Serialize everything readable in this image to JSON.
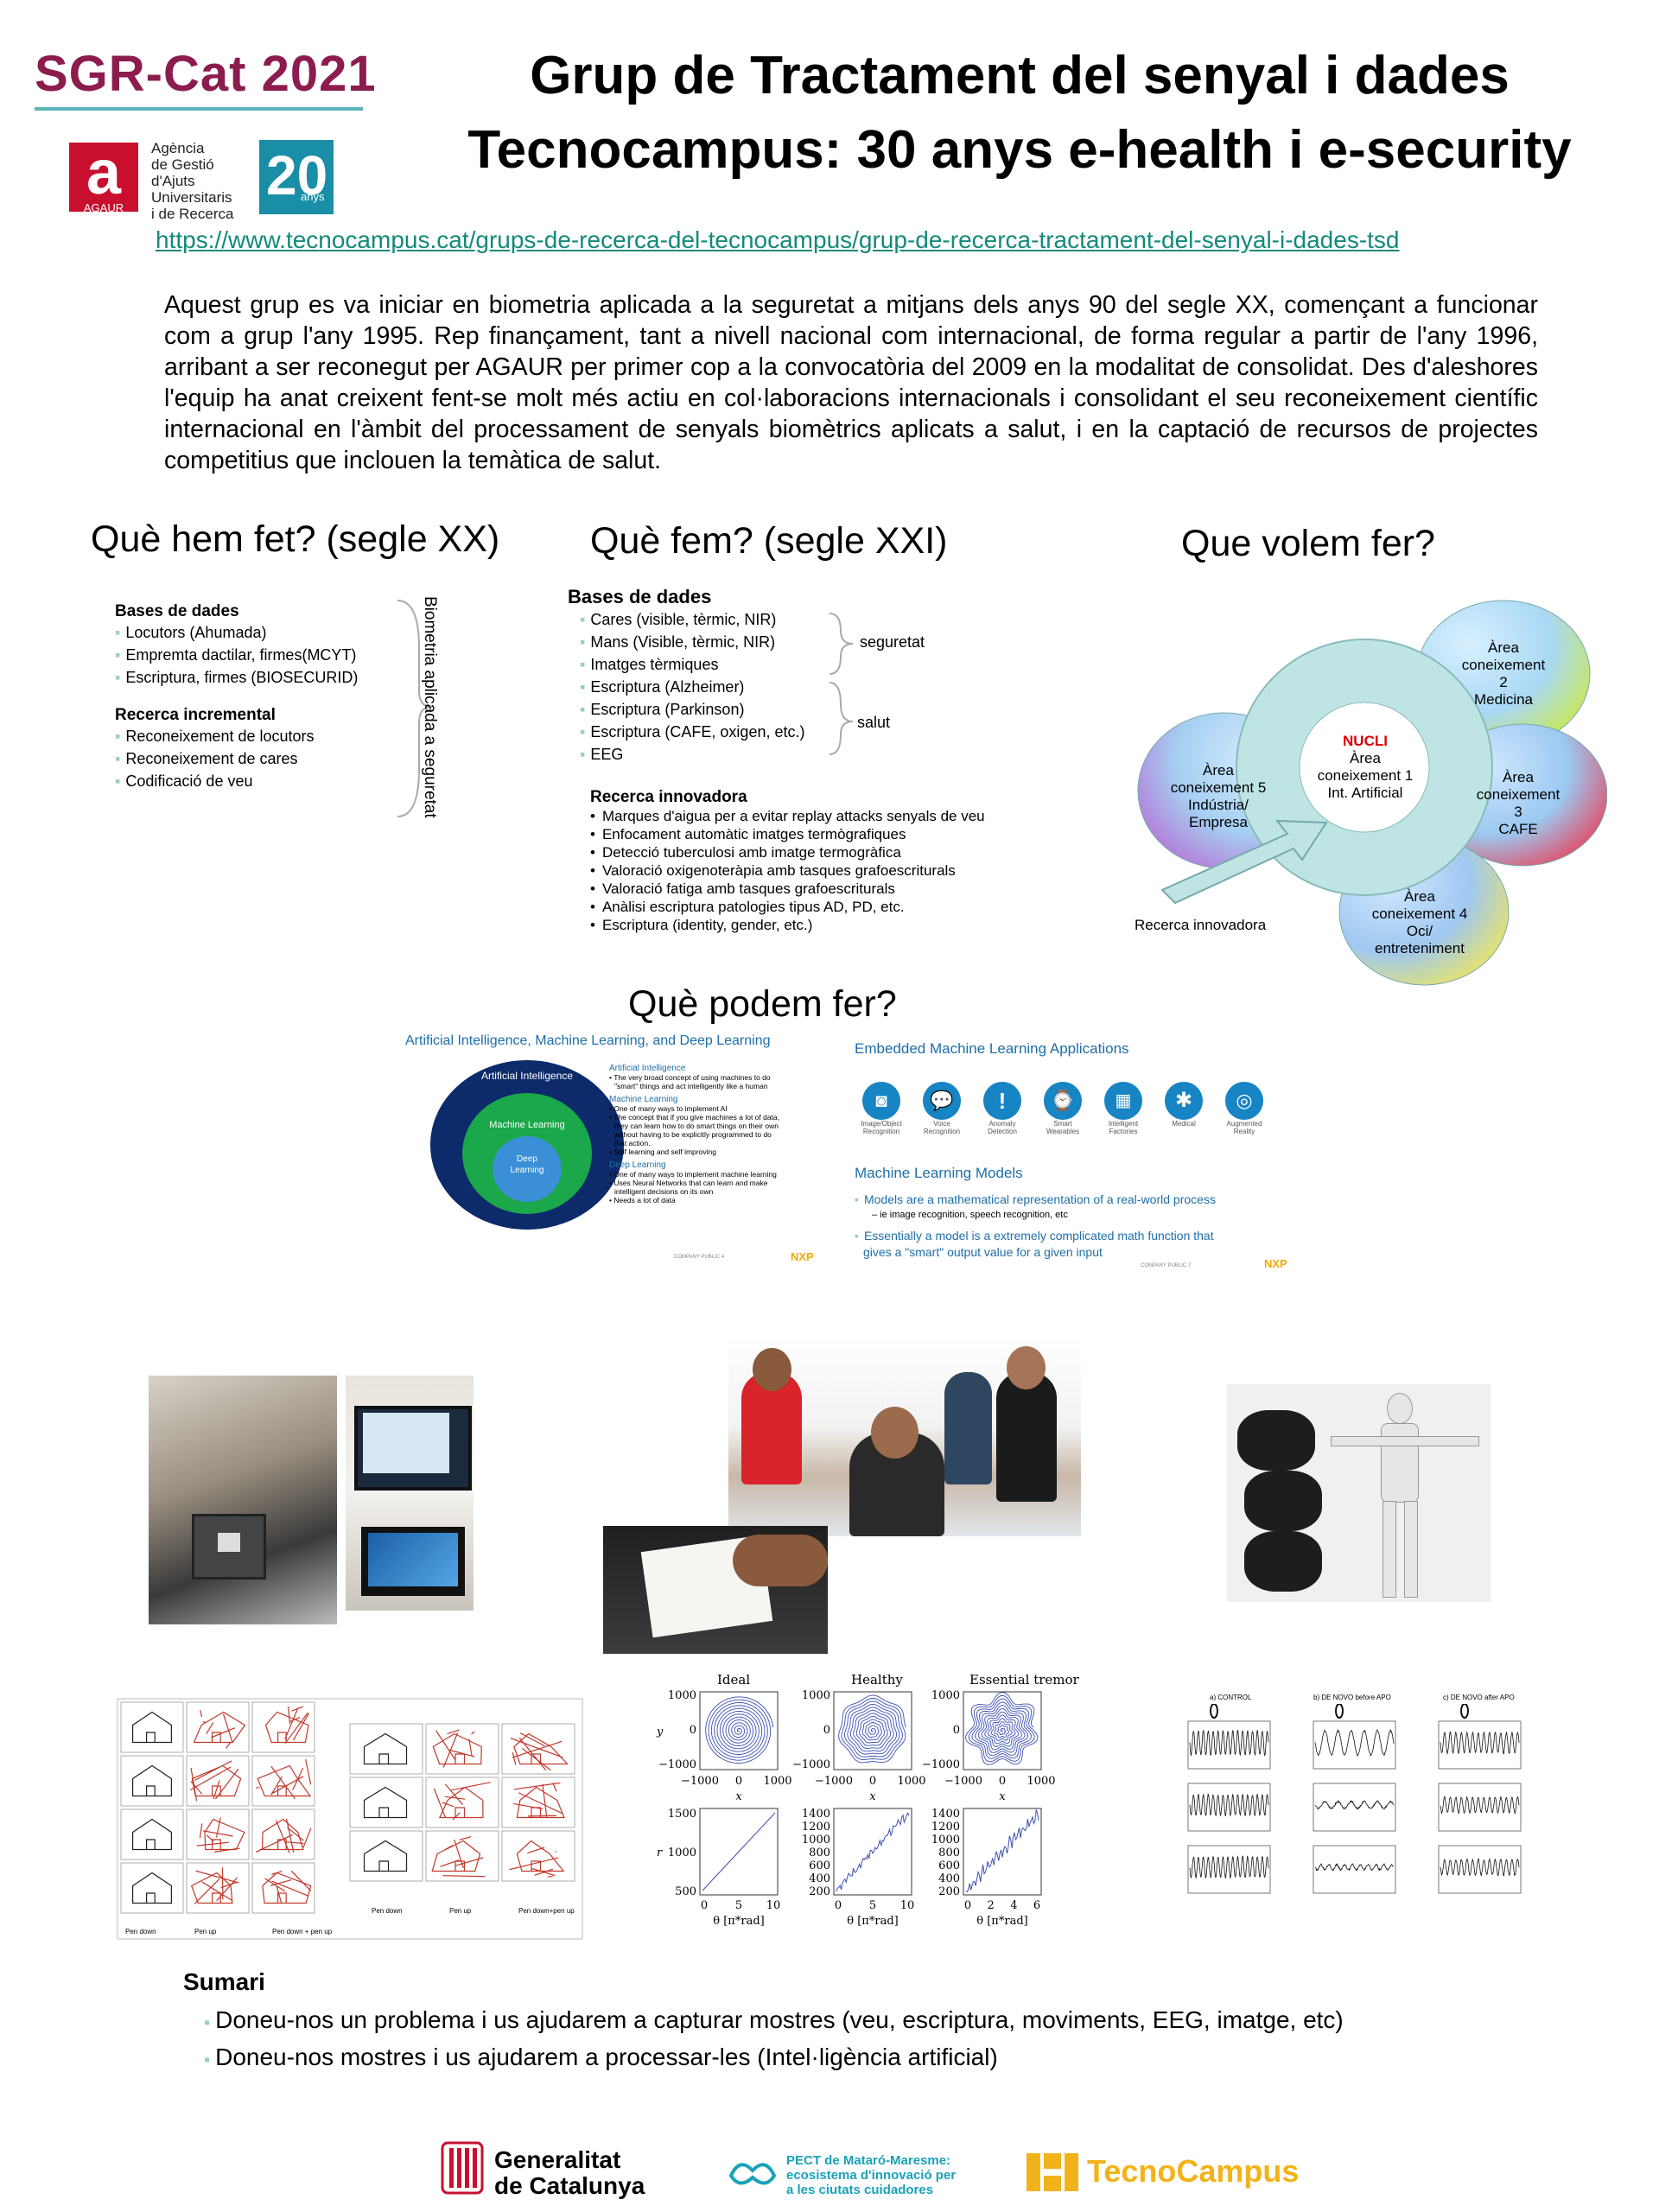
{
  "header": {
    "sgr": "SGR-Cat 2021",
    "title_line1": "Grup de Tractament del senyal i dades",
    "title_line2": "Tecnocampus: 30 anys e-health i e-security",
    "agaur_letter": "a",
    "agaur_small": "AGAUR",
    "agaur_lines": [
      "Agència",
      "de Gestió",
      "d'Ajuts",
      "Universitaris",
      "i de Recerca"
    ],
    "logo20_number": "20",
    "logo20_label": "anys",
    "url": "https://www.tecnocampus.cat/grups-de-recerca-del-tecnocampus/grup-de-recerca-tractament-del-senyal-i-dades-tsd"
  },
  "intro": "Aquest grup es va iniciar en biometria aplicada a la seguretat a mitjans dels anys 90 del segle XX, començant a funcionar com a grup l'any 1995. Rep finançament, tant a nivell nacional com internacional, de forma regular a partir de l'any 1996, arribant a ser reconegut per AGAUR per primer cop a la convocatòria del 2009 en la modalitat de consolidat. Des d'aleshores l'equip ha anat creixent fent-se molt més actiu en col·laboracions internacionals i consolidant el seu reconeixement científic internacional en l'àmbit del processament de senyals biomètrics aplicats a salut, i en la captació de recursos de projectes competitius que inclouen la temàtica de salut.",
  "past": {
    "heading": "Què hem fet? (segle XX)",
    "db_title": "Bases de dades",
    "db_items": [
      "Locutors (Ahumada)",
      "Empremta dactilar, firmes(MCYT)",
      "Escriptura, firmes (BIOSECURID)"
    ],
    "research_title": "Recerca incremental",
    "research_items": [
      "Reconeixement de locutors",
      "Reconeixement de cares",
      "Codificació de veu"
    ],
    "vertical_label": "Biometria aplicada a seguretat"
  },
  "present": {
    "heading": "Què fem? (segle XXI)",
    "db_title": "Bases de dades",
    "db_items": [
      "Cares (visible, tèrmic, NIR)",
      "Mans (Visible, tèrmic, NIR)",
      "Imatges tèrmiques",
      "Escriptura (Alzheimer)",
      "Escriptura (Parkinson)",
      "Escriptura (CAFE, oxigen, etc.)",
      "EEG"
    ],
    "group_security": "seguretat",
    "group_health": "salut",
    "research_title": "Recerca innovadora",
    "research_items": [
      "Marques d'aigua per a evitar replay attacks senyals de veu",
      "Enfocament automàtic imatges termògrafiques",
      "Detecció tuberculosi amb imatge termogràfica",
      "Valoració oxigenoteràpia amb tasques grafoescriturals",
      "Valoració fatiga amb tasques grafoescriturals",
      "Anàlisi escriptura patologies tipus AD, PD, etc.",
      "Escriptura (identity, gender, etc.)"
    ]
  },
  "future": {
    "heading": "Que volem fer?",
    "nucli": "NUCLI",
    "core_lines": [
      "Àrea",
      "coneixement 1",
      "Int. Artificial"
    ],
    "area2": [
      "Àrea",
      "coneixement",
      "2",
      "Medicina"
    ],
    "area3": [
      "Àrea",
      "coneixement",
      "3",
      "CAFE"
    ],
    "area4": [
      "Àrea",
      "coneixement 4",
      "Oci/",
      "entreteniment"
    ],
    "area5": [
      "Àrea",
      "coneixement 5",
      "Indústria/",
      "Empresa"
    ],
    "arrow_label": "Recerca innovadora"
  },
  "can": {
    "heading": "Què podem fer?",
    "ai_title": "Artificial Intelligence, Machine Learning, and Deep Learning",
    "ring_ai": "Artificial Intelligence",
    "ring_ml": "Machine Learning",
    "ring_dl_1": "Deep",
    "ring_dl_2": "Learning",
    "ai_def_title": "Artificial Intelligence",
    "ai_def": [
      "The very broad concept of using machines to do",
      "\"smart\" things and act intelligently like a human"
    ],
    "ml_def_title": "Machine Learning",
    "ml_def": [
      "One of many ways to implement AI",
      "The concept that if you give machines a lot of data,",
      "they can learn how to do smart things on their own",
      "without having to be explicitly programmed to do",
      "that action.",
      "Self learning and self improving"
    ],
    "dl_def_title": "Deep Learning",
    "dl_def": [
      "One of many ways to implement machine learning",
      "Uses Neural Networks that can learn and make",
      "intelligent decisions on its own",
      "Needs a lot of data"
    ],
    "slide_footer_left": "COMPANY PUBLIC  4",
    "slide_footer_right": "COMPANY PUBLIC  7",
    "nxp": "NXP",
    "emb_title": "Embedded Machine Learning Applications",
    "emb_items": [
      {
        "icon": "camera-icon",
        "label": [
          "Image/Object",
          "Recognition"
        ]
      },
      {
        "icon": "speech-icon",
        "label": [
          "Voice",
          "Recognition"
        ]
      },
      {
        "icon": "alert-icon",
        "label": [
          "Anomaly",
          "Detection"
        ]
      },
      {
        "icon": "watch-icon",
        "label": [
          "Smart",
          "Wearables"
        ]
      },
      {
        "icon": "factory-icon",
        "label": [
          "Intelligent",
          "Factories"
        ]
      },
      {
        "icon": "medical-icon",
        "label": [
          "Medical"
        ]
      },
      {
        "icon": "ar-icon",
        "label": [
          "Augmented",
          "Reality"
        ]
      }
    ],
    "ml_models_title": "Machine Learning Models",
    "ml_models_1": "Models are a mathematical representation of a real-world process",
    "ml_models_1b": "– ie image recognition, speech recognition, etc",
    "ml_models_2a": "Essentially a model is a extremely complicated math function that",
    "ml_models_2b": "gives a \"smart\" output value for a given input"
  },
  "figures": {
    "house_captions": [
      "Pen down",
      "Pen up",
      "Pen down + pen up"
    ],
    "house_captions2": [
      "Pen down",
      "Pen up",
      "Pen down+pen up"
    ],
    "spiral_titles": [
      "Ideal",
      "Healthy",
      "Essential tremor"
    ],
    "spiral_ticks_y": [
      "1000",
      "0",
      "−1000"
    ],
    "spiral_ticks_x": [
      "−1000",
      "0",
      "1000"
    ],
    "spiral_xlabel": "x",
    "spiral_ylabel": "y",
    "r_label": "r",
    "theta_label": "θ [π*rad]",
    "r_ticks_1": [
      "1500",
      "1000",
      "500"
    ],
    "r_ticks_2": [
      "1400",
      "1200",
      "1000",
      "800",
      "600",
      "400",
      "200"
    ],
    "theta_ticks_1": [
      "0",
      "5",
      "10"
    ],
    "theta_ticks_3": [
      "0",
      "2",
      "4",
      "6"
    ],
    "apo_titles": [
      "a) CONTROL",
      "b) DE NOVO before APO",
      "c) DE NOVO after APO"
    ]
  },
  "sumari": {
    "title": "Sumari",
    "items": [
      "Doneu-nos un problema i us ajudarem a capturar mostres (veu, escriptura, moviments, EEG, imatge, etc)",
      "Doneu-nos mostres  i us ajudarem a processar-les (Intel·ligència artificial)"
    ]
  },
  "footer": {
    "gencat_1": "Generalitat",
    "gencat_2": "de Catalunya",
    "pect_1": "PECT de Mataró-Maresme:",
    "pect_2": "ecosistema d'innovació per",
    "pect_3": "a les ciutats cuidadores",
    "tecnocampus": "TecnoCampus"
  },
  "colors": {
    "sgr": "#8c1c4e",
    "accent": "#5cb5b8",
    "url": "#138a7a",
    "nxp_blue": "#1f6ea8",
    "tecno": "#f2b31a",
    "agaur": "#c8102e"
  }
}
